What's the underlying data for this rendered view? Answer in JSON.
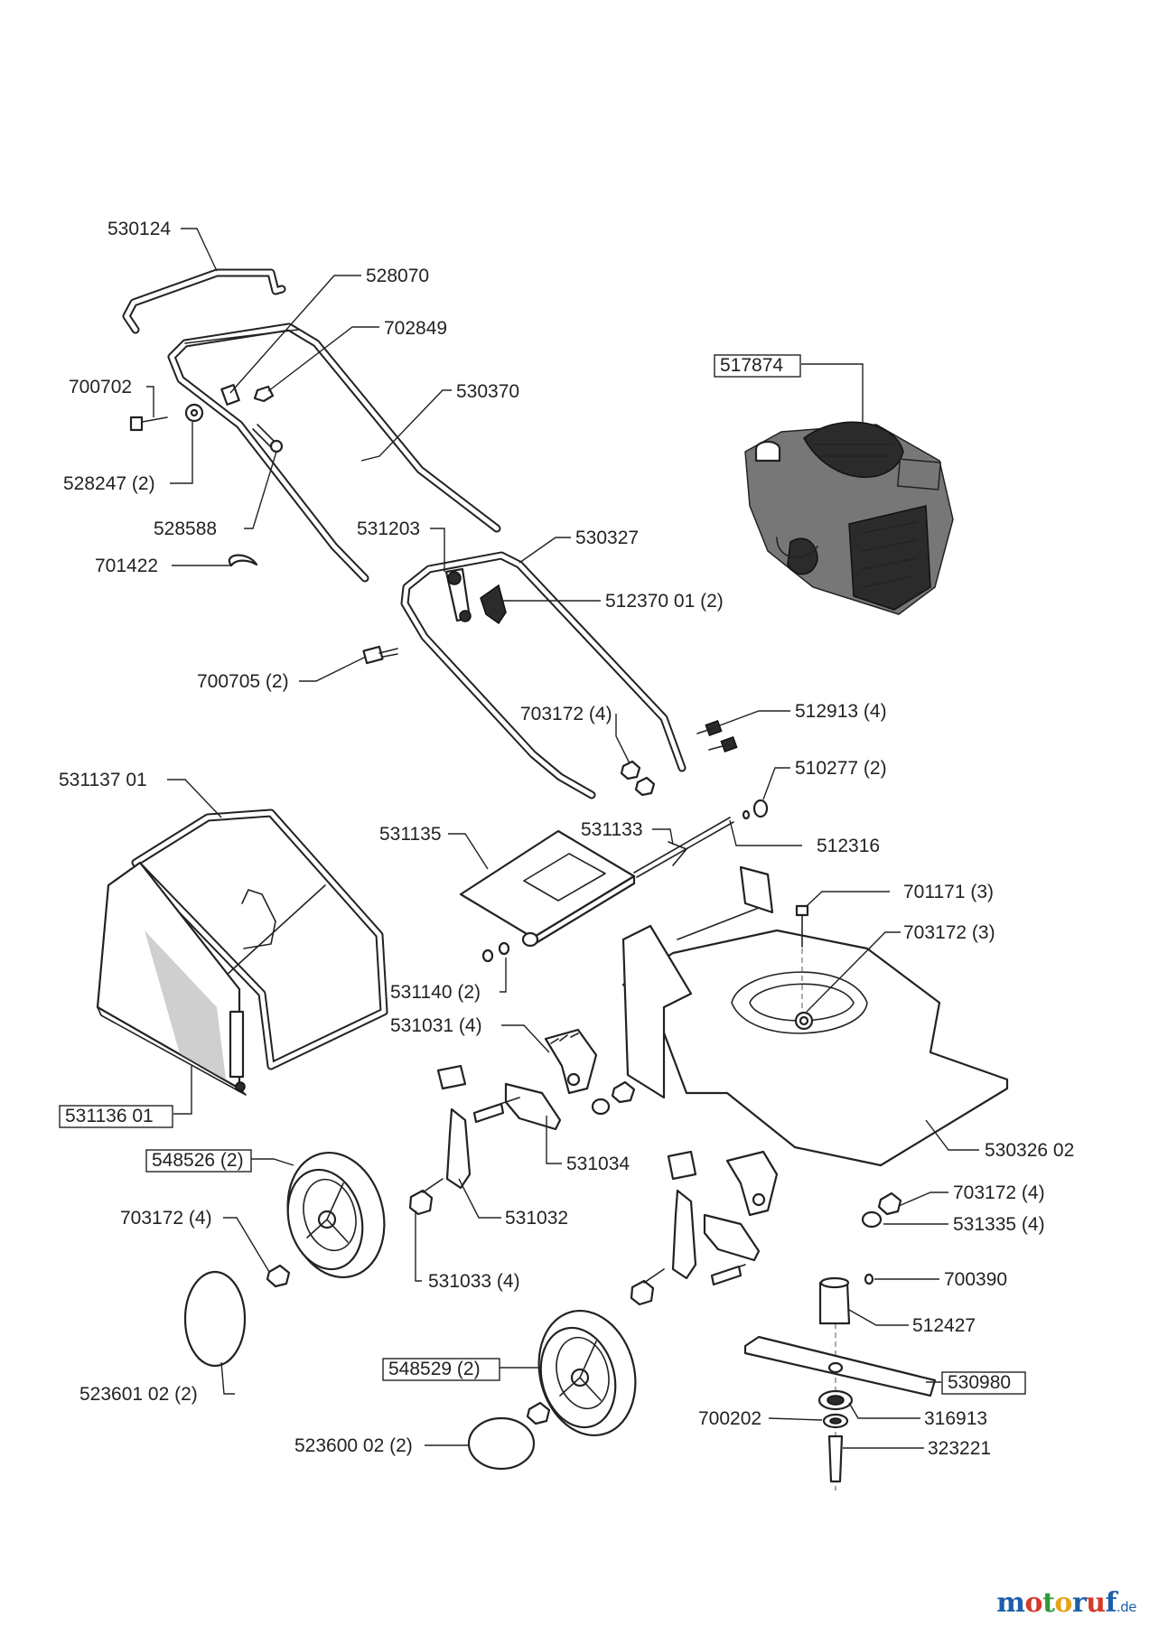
{
  "parts": {
    "p530124": "530124",
    "p528070": "528070",
    "p702849": "702849",
    "p700702": "700702",
    "p530370": "530370",
    "p528247": "528247 (2)",
    "p528588": "528588",
    "p531203": "531203",
    "p530327": "530327",
    "p701422": "701422",
    "p512370": "512370 01 (2)",
    "p700705": "700705 (2)",
    "p703172a": "703172 (4)",
    "p512913": "512913 (4)",
    "p531137": "531137 01",
    "p510277": "510277 (2)",
    "p531135": "531135",
    "p531133": "531133",
    "p512316": "512316",
    "p701171": "701171 (3)",
    "p703172b": "703172 (3)",
    "p531140": "531140 (2)",
    "p531031": "531031 (4)",
    "p531136": "531136 01",
    "p548526": "548526 (2)",
    "p531034": "531034",
    "p530326": "530326 02",
    "p703172c": "703172 (4)",
    "p531335": "531335 (4)",
    "p531032": "531032",
    "p703172d": "703172 (4)",
    "p531033": "531033 (4)",
    "p700390": "700390",
    "p512427": "512427",
    "p548529": "548529 (2)",
    "p530980": "530980",
    "p523601": "523601 02 (2)",
    "p700202": "700202",
    "p316913": "316913",
    "p323221": "323221",
    "p523600": "523600 02 (2)",
    "p517874": "517874"
  },
  "watermark": {
    "letters": [
      "m",
      "o",
      "t",
      "o",
      "r",
      "u",
      "f"
    ],
    "tld": ".de"
  }
}
